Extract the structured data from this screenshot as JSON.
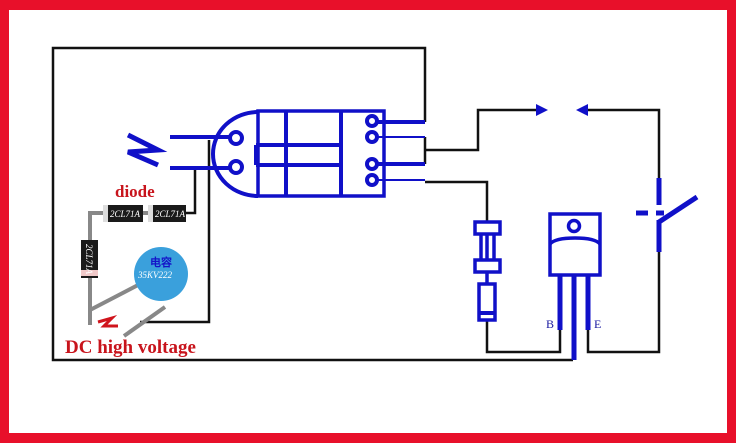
{
  "labels": {
    "diode": "diode",
    "dc_high_voltage": "DC high voltage",
    "diode_part_1": "2CL71A",
    "diode_part_2": "2CL71A",
    "diode_part_3": "2CL71A",
    "capacitor_cn": "电容",
    "capacitor_part": "35KV222",
    "pin_b": "B",
    "pin_e": "E"
  },
  "colors": {
    "frame": "#e8102a",
    "component": "#1010c8",
    "wire": "#111111",
    "capacitor": "#3aa0dc",
    "label": "#c8141c"
  }
}
